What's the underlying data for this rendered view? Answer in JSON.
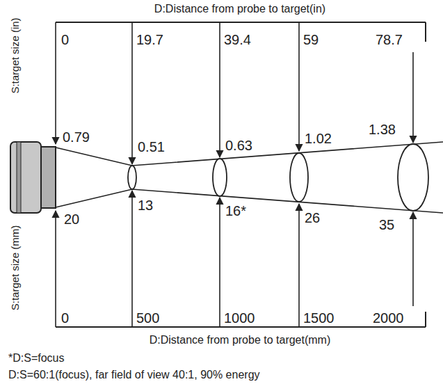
{
  "diagram": {
    "labels": [
      "D:Distance from probe to target(in)",
      "S:target size (in)",
      "0",
      "19.7",
      "39.4",
      "59",
      "78.7",
      "0.79",
      "0.51",
      "0.63",
      "1.02",
      "1.38",
      "20",
      "13",
      "16*",
      "26",
      "35",
      "S:target size (mm)",
      "0",
      "500",
      "1000",
      "1500",
      "2000",
      "D:Distance from probe to target(mm)",
      "*D:S=focus",
      "D:S=60:1(focus), far field of view 40:1, 90% energy"
    ]
  }
}
